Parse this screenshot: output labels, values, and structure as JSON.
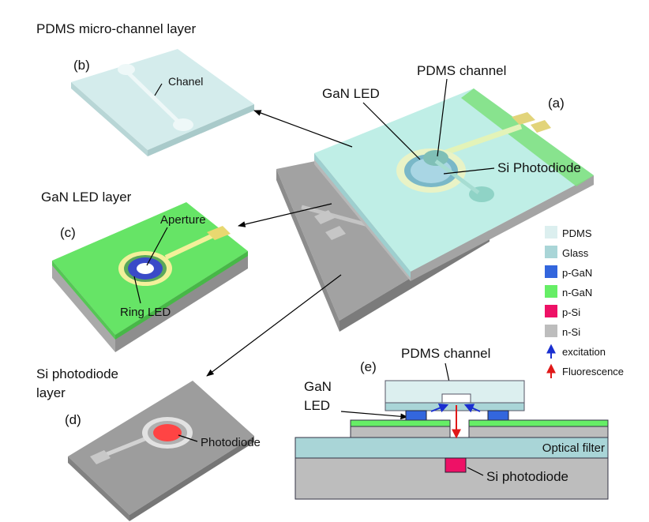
{
  "panels": {
    "pdms_layer_title": "PDMS micro-channel layer",
    "gan_layer_title": "GaN LED layer",
    "si_layer_title_line1": "Si photodiode",
    "si_layer_title_line2": "layer"
  },
  "panel_letters": {
    "a": "(a)",
    "b": "(b)",
    "c": "(c)",
    "d": "(d)",
    "e": "(e)"
  },
  "callouts": {
    "chanel": "Chanel",
    "aperture": "Aperture",
    "ring_led": "Ring LED",
    "photodiode": "Photodiode",
    "gan_led": "GaN LED",
    "pdms_channel": "PDMS channel",
    "si_photodiode": "Si Photodiode"
  },
  "cross_section": {
    "pdms_channel": "PDMS channel",
    "gan_led_line1": "GaN",
    "gan_led_line2": "LED",
    "optical_filter": "Optical filter",
    "si_photodiode": "Si photodiode"
  },
  "legend": [
    {
      "label": "PDMS",
      "color": "#dcefef"
    },
    {
      "label": "Glass",
      "color": "#a9d5d7"
    },
    {
      "label": "p-GaN",
      "color": "#3366dd"
    },
    {
      "label": "n-GaN",
      "color": "#66ee66"
    },
    {
      "label": "p-Si",
      "color": "#ee1166"
    },
    {
      "label": "n-Si",
      "color": "#bdbdbd"
    },
    {
      "label": "excitation",
      "color": "#1a2fd0"
    },
    {
      "label": "Fluorescence",
      "color": "#e01818"
    }
  ]
}
